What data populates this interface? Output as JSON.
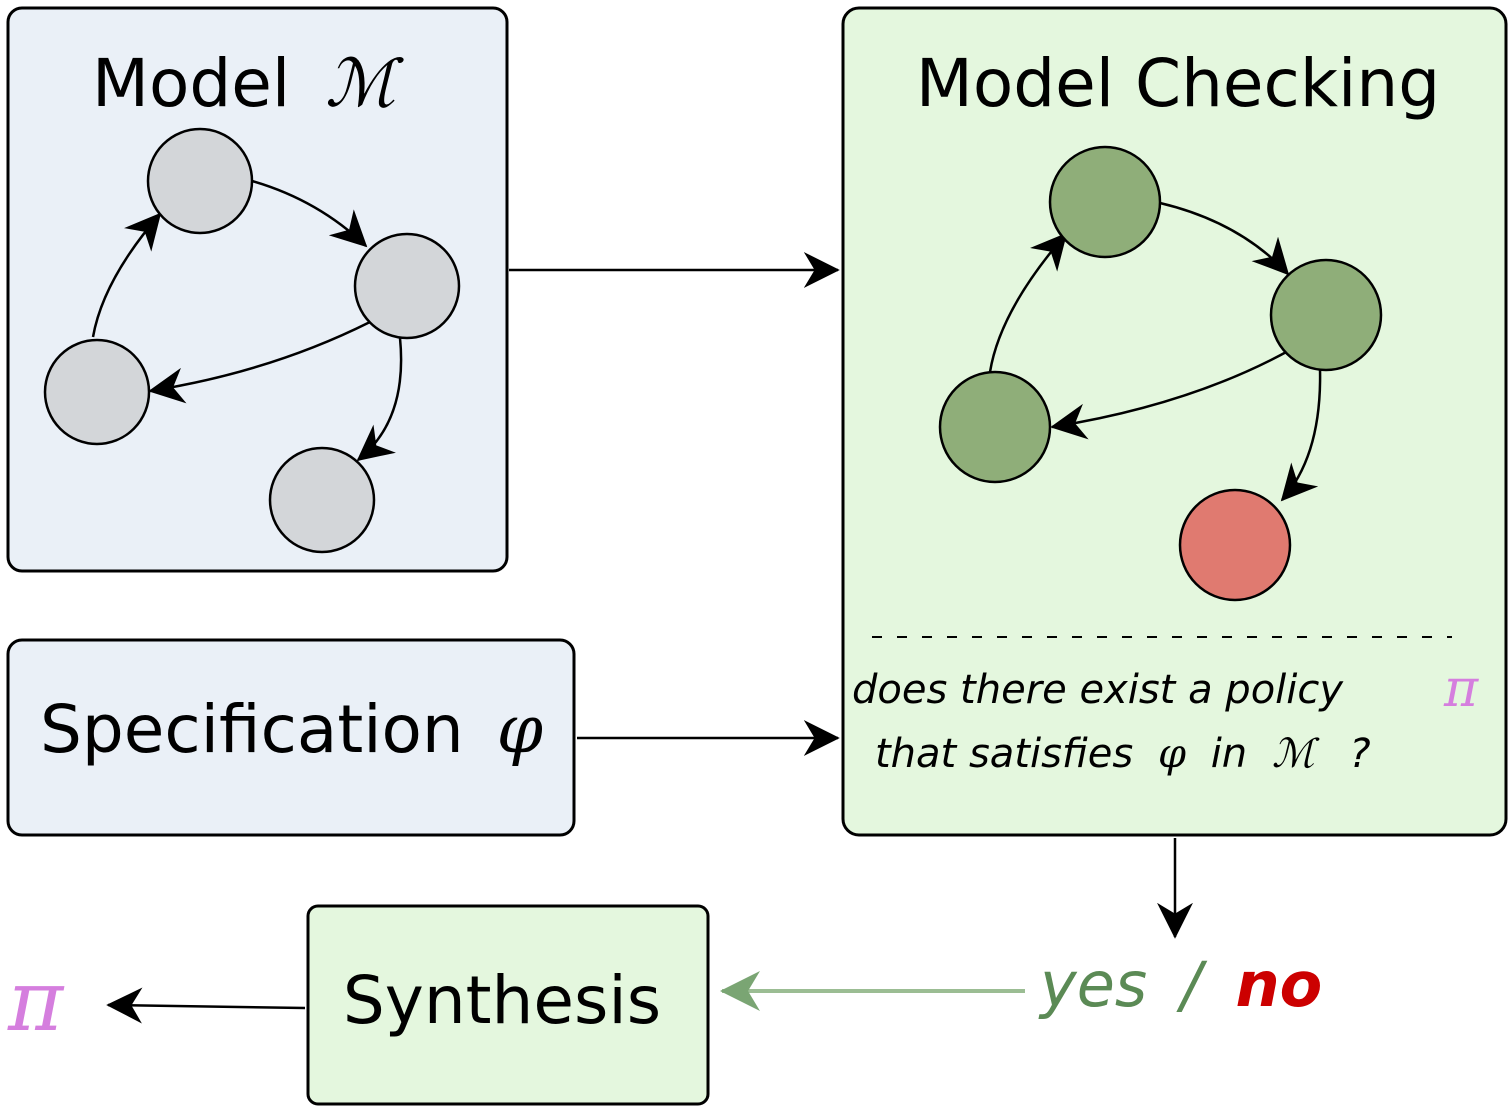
{
  "model_box": {
    "label": "Model",
    "symbol": "ℳ"
  },
  "model_checking_box": {
    "label": "Model Checking",
    "question_line1": "does there exist a policy",
    "question_pi": "π",
    "question_line2_prefix": "that satisfies",
    "question_phi": "φ",
    "question_in": "in",
    "question_M": "ℳ",
    "question_mark": "?"
  },
  "specification_box": {
    "label": "Specification",
    "symbol": "φ"
  },
  "answer": {
    "yes": "yes",
    "slash": "/",
    "no": "no"
  },
  "synthesis_box": {
    "label": "Synthesis"
  },
  "output": {
    "symbol": "π"
  },
  "colors": {
    "model_fill": "#eaf0f7",
    "checking_fill": "#e4f7de",
    "synthesis_fill": "#e4f7de",
    "node_gray": "#d3d6d9",
    "node_green": "#8fae79",
    "node_red": "#e07a70",
    "yes_green": "#5b8a55",
    "no_red": "#cc0000",
    "pi_purple": "#d57ede",
    "arrow_green": "#9bbd93"
  }
}
